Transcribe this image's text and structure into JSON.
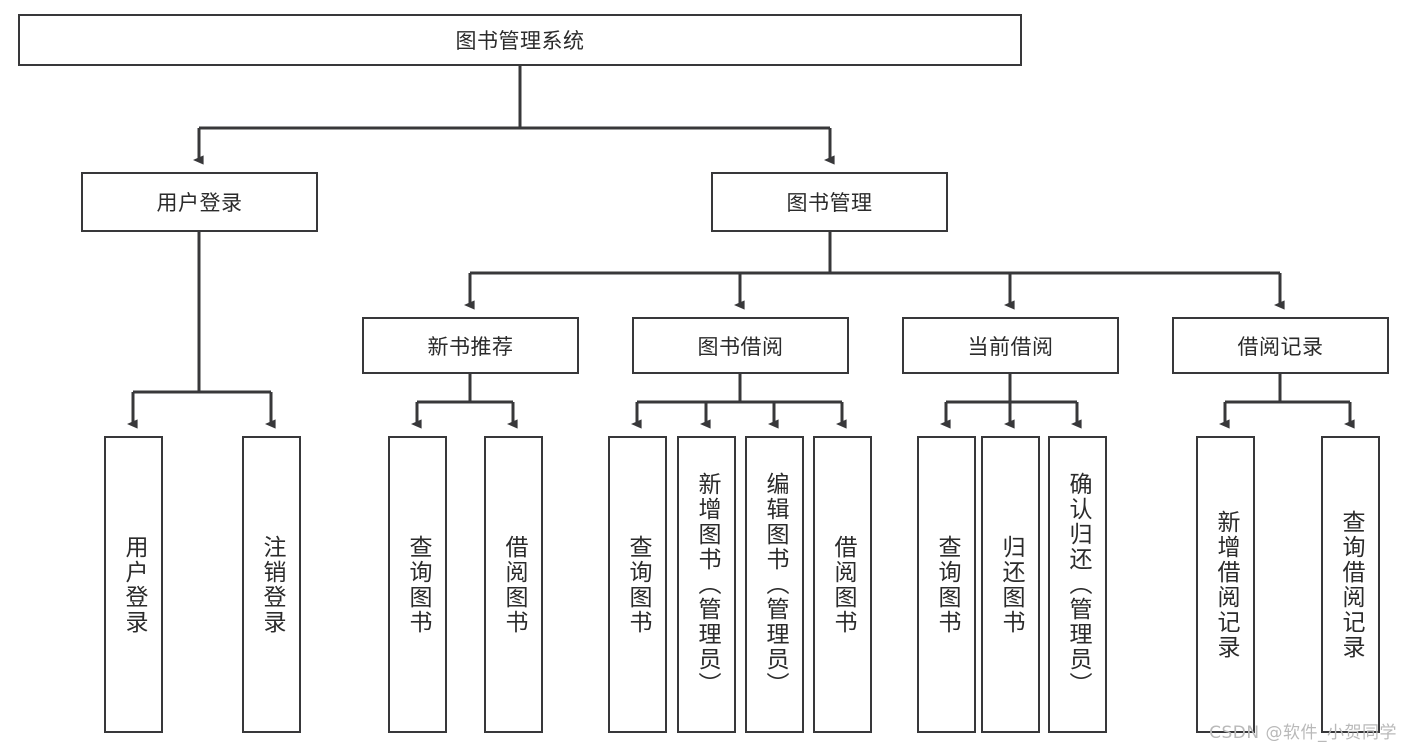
{
  "diagram": {
    "title": "图书管理系统",
    "watermark": "CSDN @软件_小贺同学",
    "colors": {
      "stroke": "#38383a",
      "text": "#2b2b2b",
      "background": "#ffffff",
      "watermark": "#b9b9b9"
    },
    "root": {
      "label": "图书管理系统"
    },
    "level2": [
      {
        "label": "用户登录"
      },
      {
        "label": "图书管理"
      }
    ],
    "level3": [
      {
        "label": "新书推荐"
      },
      {
        "label": "图书借阅"
      },
      {
        "label": "当前借阅"
      },
      {
        "label": "借阅记录"
      }
    ],
    "leaves": {
      "user_login": [
        {
          "label": "用户登录"
        },
        {
          "label": "注销登录"
        }
      ],
      "new_book": [
        {
          "label": "查询图书"
        },
        {
          "label": "借阅图书"
        }
      ],
      "book_borrow": [
        {
          "label": "查询图书"
        },
        {
          "label": "新增图书（管理员）"
        },
        {
          "label": "编辑图书（管理员）"
        },
        {
          "label": "借阅图书"
        }
      ],
      "current_borrow": [
        {
          "label": "查询图书"
        },
        {
          "label": "归还图书"
        },
        {
          "label": "确认归还（管理员）"
        }
      ],
      "borrow_record": [
        {
          "label": "新增借阅记录"
        },
        {
          "label": "查询借阅记录"
        }
      ]
    }
  }
}
